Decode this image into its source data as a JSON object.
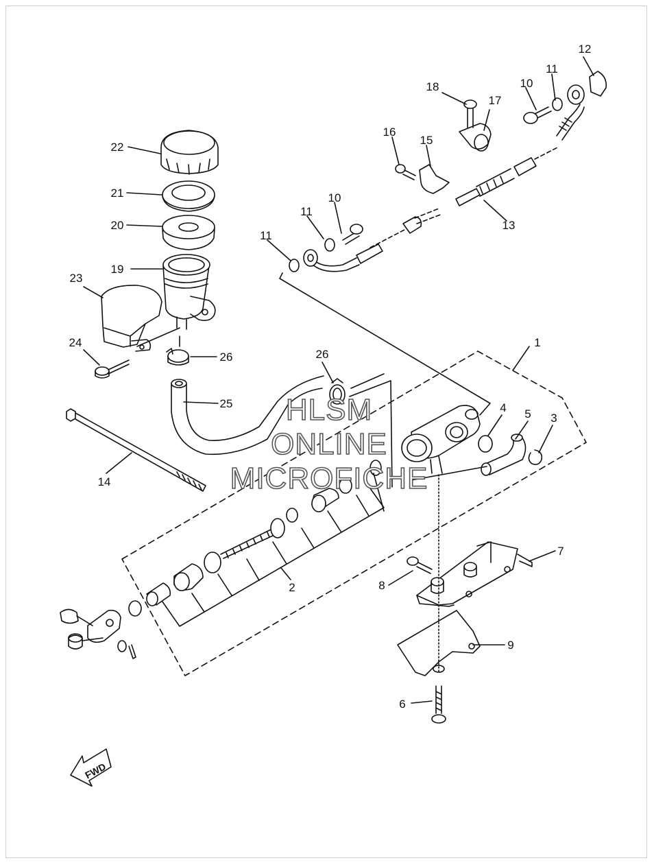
{
  "diagram": {
    "callouts": [
      {
        "id": "c1",
        "label": "1"
      },
      {
        "id": "c2",
        "label": "2"
      },
      {
        "id": "c3",
        "label": "3"
      },
      {
        "id": "c4",
        "label": "4"
      },
      {
        "id": "c5",
        "label": "5"
      },
      {
        "id": "c6",
        "label": "6"
      },
      {
        "id": "c7",
        "label": "7"
      },
      {
        "id": "c8",
        "label": "8"
      },
      {
        "id": "c9",
        "label": "9"
      },
      {
        "id": "c10a",
        "label": "10"
      },
      {
        "id": "c10b",
        "label": "10"
      },
      {
        "id": "c11a",
        "label": "11"
      },
      {
        "id": "c11b",
        "label": "11"
      },
      {
        "id": "c11c",
        "label": "11"
      },
      {
        "id": "c12",
        "label": "12"
      },
      {
        "id": "c13",
        "label": "13"
      },
      {
        "id": "c14",
        "label": "14"
      },
      {
        "id": "c15",
        "label": "15"
      },
      {
        "id": "c16",
        "label": "16"
      },
      {
        "id": "c17",
        "label": "17"
      },
      {
        "id": "c18",
        "label": "18"
      },
      {
        "id": "c19",
        "label": "19"
      },
      {
        "id": "c20",
        "label": "20"
      },
      {
        "id": "c21",
        "label": "21"
      },
      {
        "id": "c22",
        "label": "22"
      },
      {
        "id": "c23",
        "label": "23"
      },
      {
        "id": "c24",
        "label": "24"
      },
      {
        "id": "c25",
        "label": "25"
      },
      {
        "id": "c26a",
        "label": "26"
      },
      {
        "id": "c26b",
        "label": "26"
      }
    ],
    "direction_badge": "FWD"
  },
  "watermark": {
    "line1": "HLSM",
    "line2": "ONLINE",
    "line3": "MICROFICHE"
  },
  "colors": {
    "ink": "#111111",
    "paper": "#ffffff",
    "shade": "#d8d8d8"
  }
}
